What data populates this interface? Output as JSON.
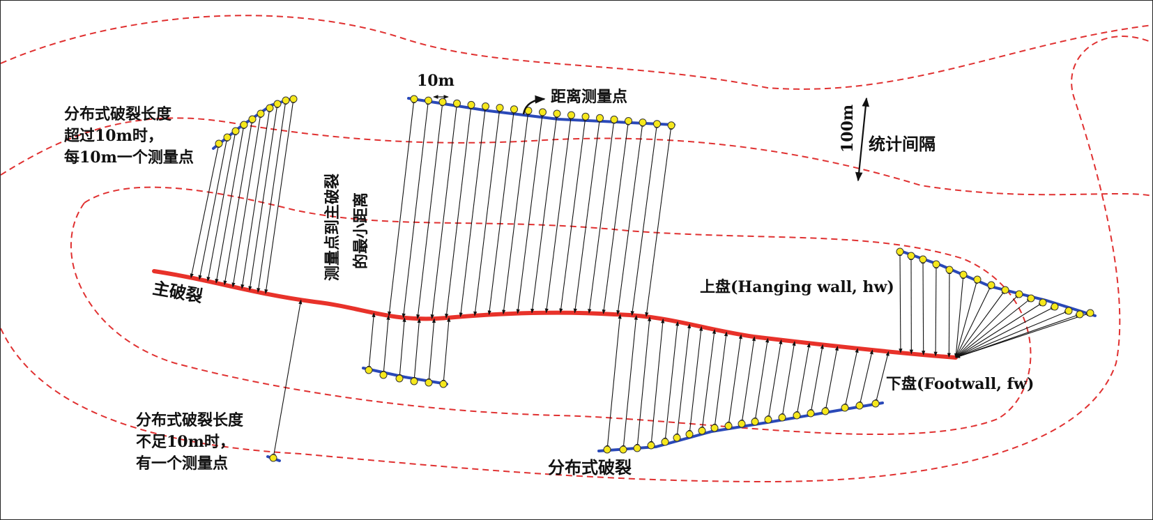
{
  "labels": {
    "spacing_10m": "10m",
    "distance_point": "距离测量点",
    "interval_100m": "100m",
    "stat_interval": "统计间隔",
    "long_rupture": [
      "分布式破裂长度",
      "超过10m时，",
      "每10m一个测量点"
    ],
    "min_distance": [
      "测量点到主破裂",
      "的最小距离"
    ],
    "main_rupture": "主破裂",
    "hanging_wall": "上盘(Hanging wall, hw)",
    "footwall": "下盘(Footwall, fw)",
    "short_rupture": [
      "分布式破裂长度",
      "不足10m时，",
      "有一个测量点"
    ],
    "distributed_rupture": "分布式破裂"
  },
  "colors": {
    "main_rupture": "#e8322a",
    "contour": "#e03030",
    "rupture": "#2a49b8",
    "point": "#f6e81c",
    "arrow": "#111111"
  }
}
